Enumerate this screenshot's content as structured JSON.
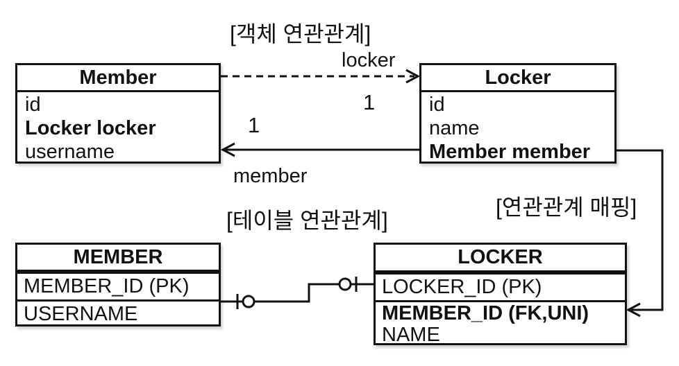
{
  "titles": {
    "object_association": "[객체 연관관계]",
    "table_association": "[테이블 연관관계]",
    "mapping": "[연관관계 매핑]"
  },
  "object_diagram": {
    "member_class": {
      "title": "Member",
      "fields": [
        "id",
        "Locker locker",
        "username"
      ]
    },
    "locker_class": {
      "title": "Locker",
      "fields": [
        "id",
        "name",
        "Member member"
      ]
    },
    "dashed_arrow": {
      "label": "locker",
      "multiplicity": "1"
    },
    "solid_arrow": {
      "label": "member",
      "multiplicity": "1"
    }
  },
  "table_diagram": {
    "member_table": {
      "title": "MEMBER",
      "columns": [
        "MEMBER_ID (PK)",
        "USERNAME"
      ]
    },
    "locker_table": {
      "title": "LOCKER",
      "columns": [
        "LOCKER_ID (PK)",
        "MEMBER_ID (FK,UNI)",
        "NAME"
      ]
    }
  },
  "colors": {
    "ink": "#111111",
    "background": "#ffffff"
  }
}
